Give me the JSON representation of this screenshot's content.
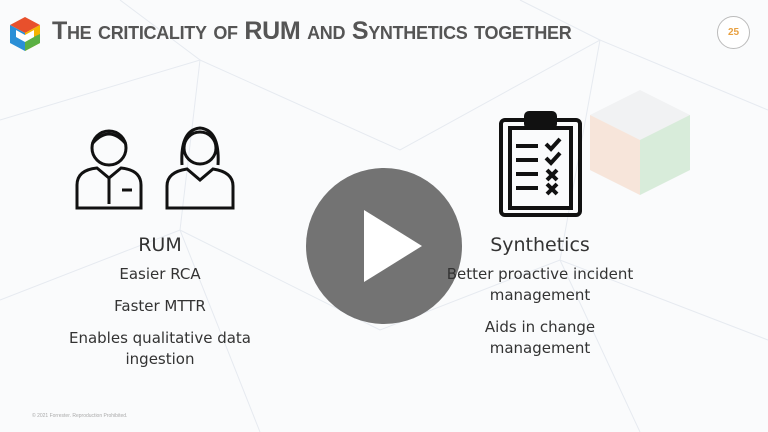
{
  "slide": {
    "title": "The criticality of RUM and Synthetics together",
    "page_number": "25",
    "footer": "© 2021 Forrester. Reproduction Prohibited."
  },
  "rum": {
    "heading": "RUM",
    "items": [
      "Easier RCA",
      "Faster MTTR",
      "Enables qualitative data ingestion"
    ]
  },
  "synthetics": {
    "heading": "Synthetics",
    "items": [
      "Better proactive incident management",
      "Aids in change management"
    ]
  },
  "player": {
    "icon": "play-icon"
  },
  "colors": {
    "title": "#555555",
    "page_number": "#e8a040",
    "play_button": "#5a5a5a"
  }
}
